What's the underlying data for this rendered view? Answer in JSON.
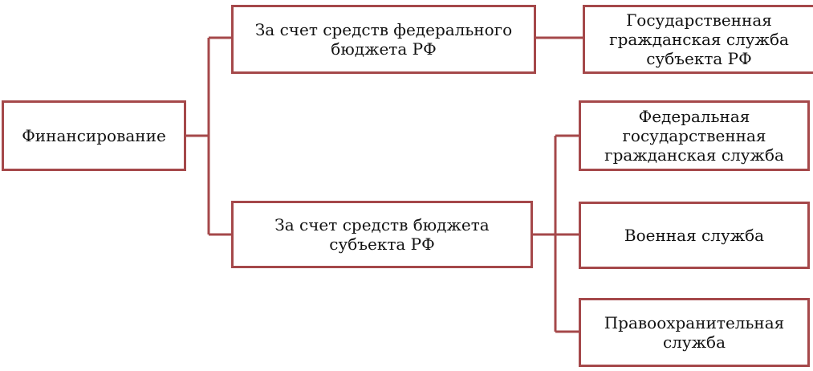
{
  "colors": {
    "border": "#a5484a",
    "connector": "#a5484a",
    "text": "#111111",
    "background": "#ffffff"
  },
  "nodes": {
    "root": "Финансирование",
    "federal_budget": "За счет средств федерального\nбюджета РФ",
    "subject_budget": "За счет средств бюджета\nсубъекта РФ",
    "state_civil_service_subject": "Государственная\nгражданская служба\nсубъекта РФ",
    "federal_state_civil_service": "Федеральная\nгосударственная\nгражданская служба",
    "military_service": "Военная служба",
    "law_enforcement_service": "Правоохранительная\nслужба"
  }
}
